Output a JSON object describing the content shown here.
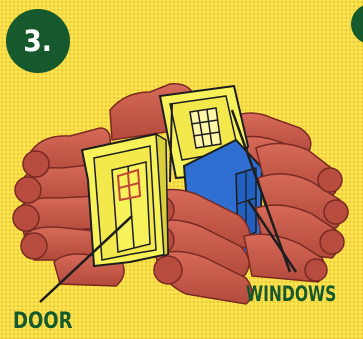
{
  "step": {
    "number": "3."
  },
  "labels": {
    "door": "DOOR",
    "windows": "WINDOWS"
  },
  "colors": {
    "background": "#f4e03a",
    "badge": "#15592c",
    "logs": "#c75a4a",
    "door_and_window_frames": "#f7f25a",
    "window_panel": "#2f6fd2",
    "label_text": "#15592c"
  },
  "icons": {
    "illustration": "log-cabin-assembly-icon"
  }
}
